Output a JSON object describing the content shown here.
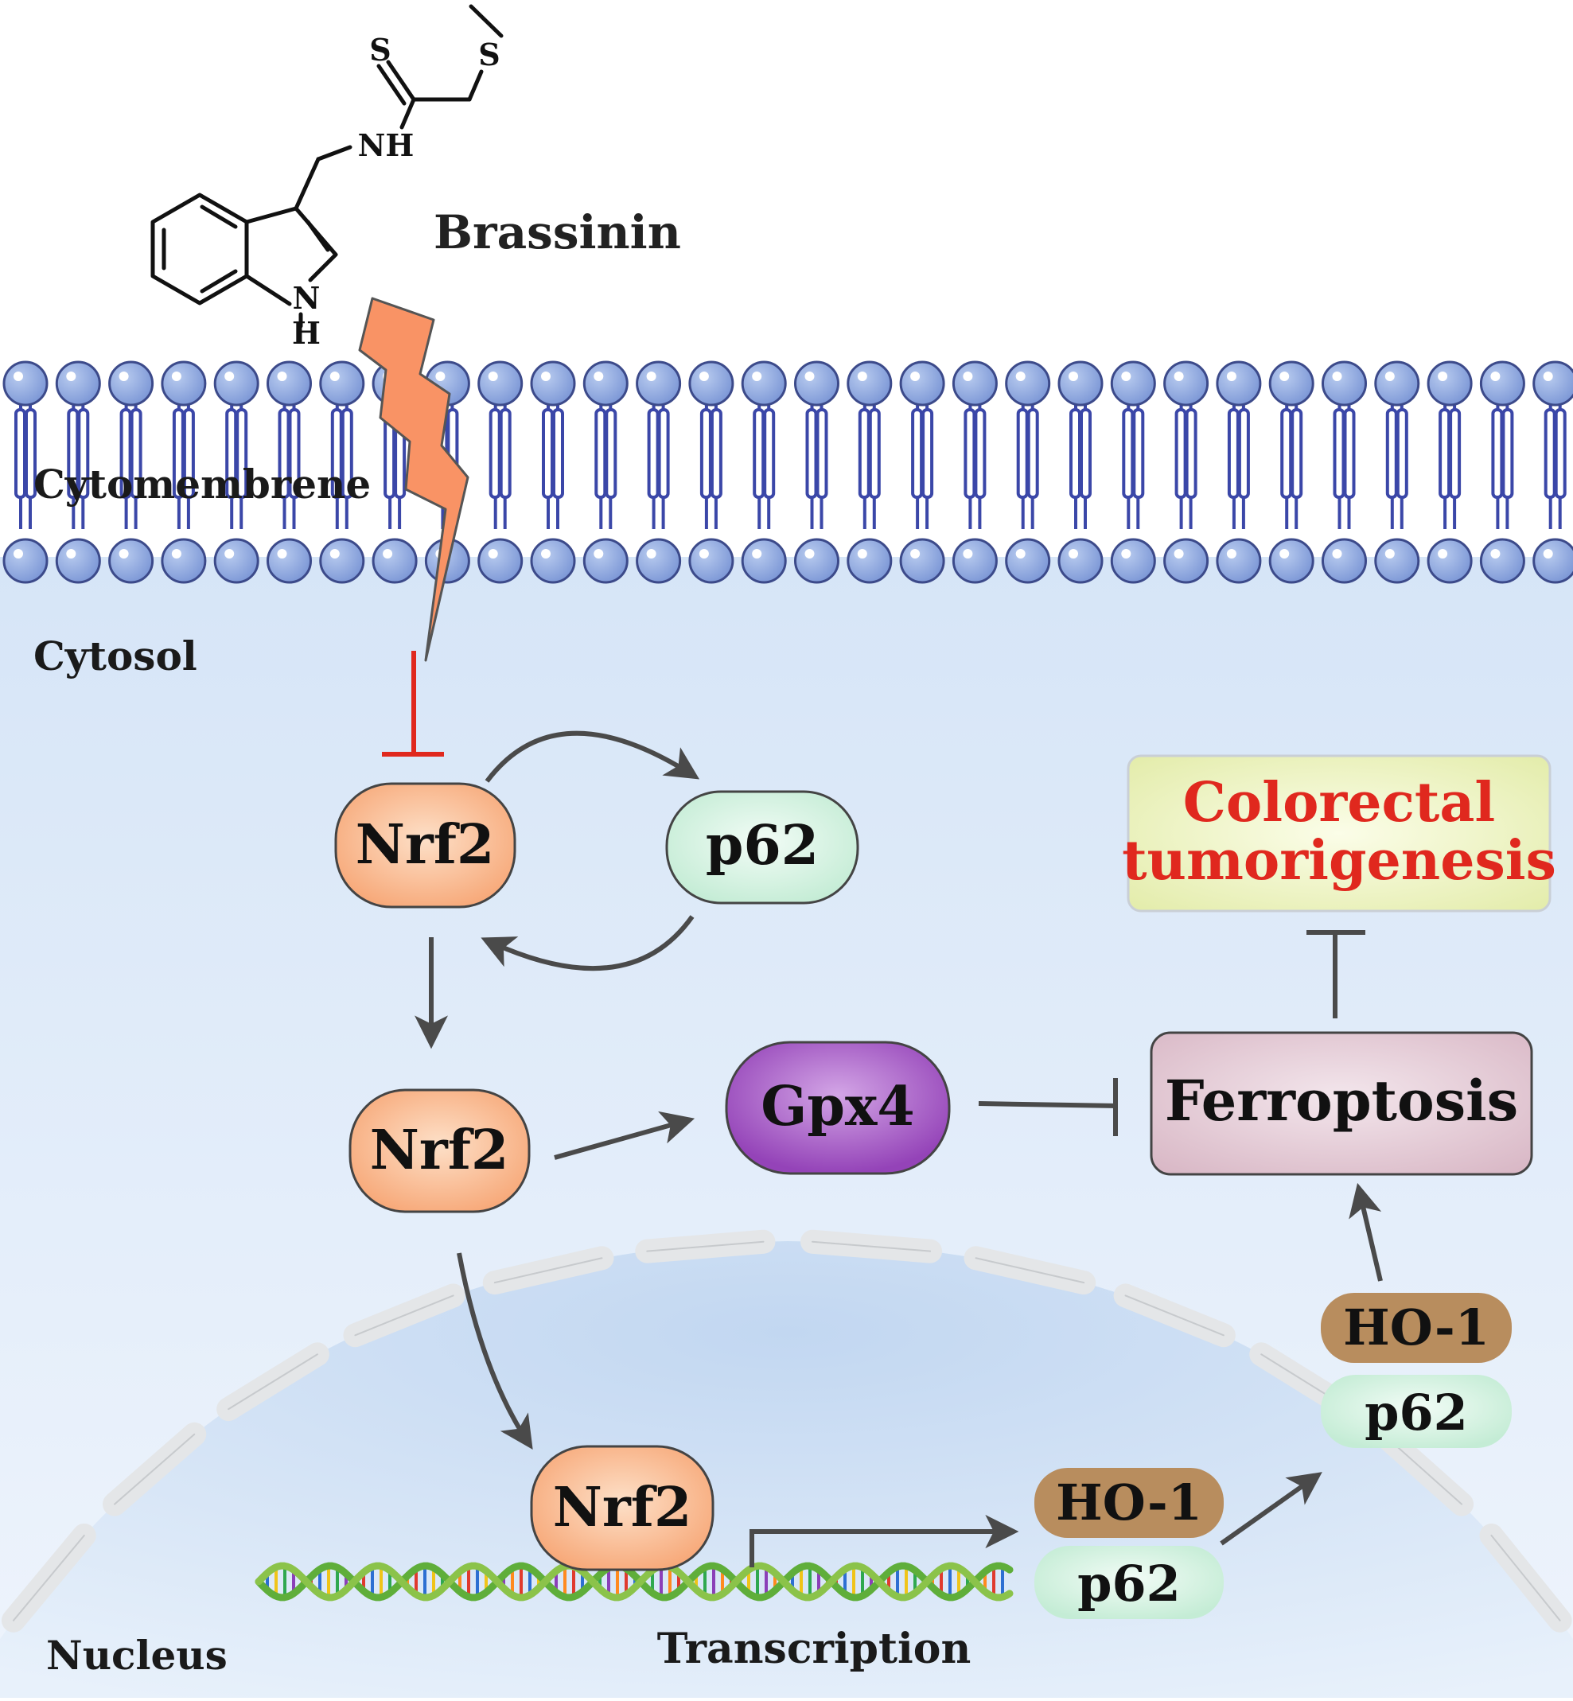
{
  "molecule": {
    "name": "Brassinin",
    "atoms": {
      "s_thione": "S",
      "s_thioether": "S",
      "nh_amide": "NH",
      "n_indole": "N",
      "h_indole": "H"
    }
  },
  "compartments": {
    "membrane": "Cytomembrene",
    "cytosol": "Cytosol",
    "nucleus": "Nucleus"
  },
  "nodes": {
    "nrf2_top": "Nrf2",
    "p62_top": "p62",
    "nrf2_mid": "Nrf2",
    "gpx4": "Gpx4",
    "ferroptosis": "Ferroptosis",
    "outcome_line1": "Colorectal",
    "outcome_line2": "tumorigenesis",
    "nrf2_nuc": "Nrf2",
    "ho1_right": "HO-1",
    "p62_right": "p62",
    "ho1_nuc": "HO-1",
    "p62_nuc": "p62",
    "transcription": "Transcription"
  },
  "colors": {
    "nrf2_fill": "#f9b98c",
    "p62_fill": "#d6f4e2",
    "gpx4_fill": "#a55cc2",
    "ferroptosis_fill": "#e4ccd6",
    "outcome_fill": "#eef4bd",
    "outcome_text": "#e0281e",
    "ho1_fill": "#b88d5e",
    "membrane_head": "#8ea8dc",
    "membrane_tail": "#3b47a8",
    "lightning": "#f99365",
    "inhibit_red": "#e0281e",
    "arrow": "#4a4a4a",
    "cytosol_bg": "#dbe8f8",
    "nucleus_bg": "#c9ddf3"
  }
}
